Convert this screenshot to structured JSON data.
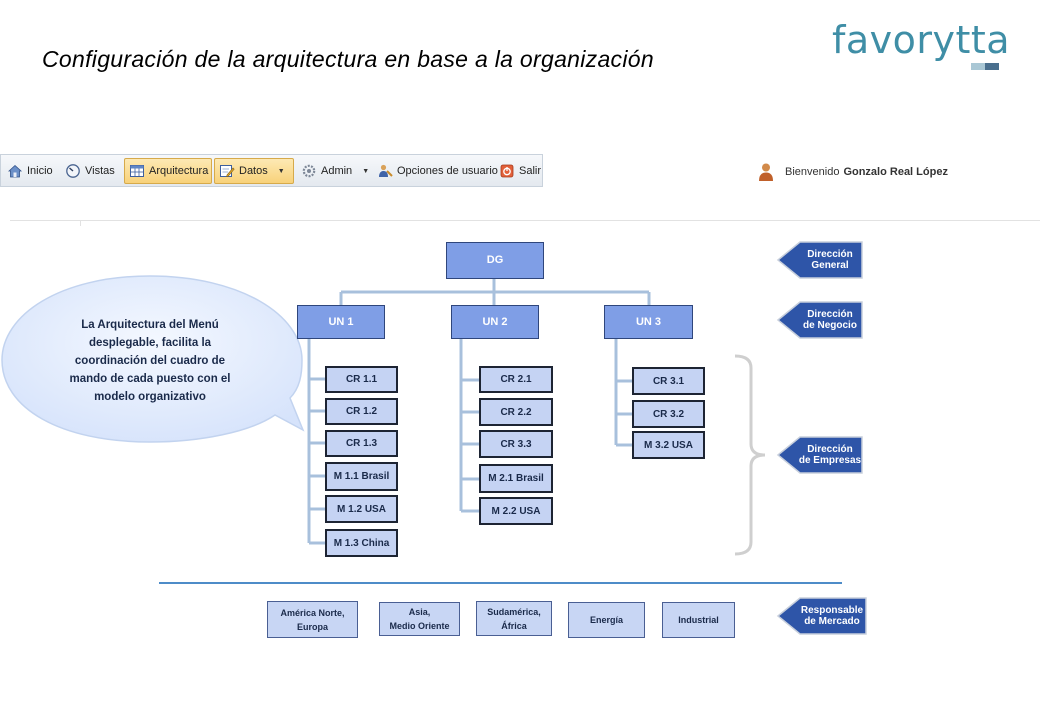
{
  "slide": {
    "title": "Configuración de la arquitectura en base a la organización",
    "logo": "favorytta"
  },
  "toolbar": {
    "items": [
      {
        "label": "Inicio",
        "icon": "home-icon"
      },
      {
        "label": "Vistas",
        "icon": "gauge-icon"
      },
      {
        "label": "Arquitectura",
        "icon": "table-icon",
        "selected": true
      },
      {
        "label": "Datos",
        "icon": "edit-icon",
        "selected": true,
        "dropdown": true
      },
      {
        "label": "Admin",
        "icon": "gear-icon",
        "dropdown": true
      },
      {
        "label": "Opciones de usuario",
        "icon": "user-options-icon"
      },
      {
        "label": "Salir",
        "icon": "exit-icon"
      }
    ],
    "welcome_prefix": "Bienvenido",
    "user_name": "Gonzalo Real López"
  },
  "org": {
    "root": "DG",
    "units": [
      "UN 1",
      "UN 2",
      "UN 3"
    ],
    "un1_children": [
      "CR 1.1",
      "CR 1.2",
      "CR 1.3",
      "M 1.1 Brasil",
      "M 1.2 USA",
      "M 1.3 China"
    ],
    "un2_children": [
      "CR 2.1",
      "CR 2.2",
      "CR 3.3",
      "M 2.1 Brasil",
      "M 2.2 USA"
    ],
    "un3_children": [
      "CR 3.1",
      "CR 3.2",
      "M 3.2 USA"
    ],
    "markets": [
      [
        "América  Norte,",
        "Europa"
      ],
      [
        "Asia,",
        "Medio Oriente"
      ],
      [
        "Sudamérica,",
        "África"
      ],
      [
        "Energía"
      ],
      [
        "Industrial"
      ]
    ]
  },
  "tags": [
    [
      "Dirección",
      "General"
    ],
    [
      "Dirección",
      "de Negocio"
    ],
    [
      "Dirección",
      "de Empresas"
    ],
    [
      "Responsable",
      "de Mercado"
    ]
  ],
  "callout": {
    "text": "La Arquitectura del Menú desplegable, facilita la coordinación del cuadro de mando de cada puesto con el modelo organizativo"
  },
  "colors": {
    "accent": "#3f8ea6",
    "box_dark": "#7f9ee6",
    "box_light": "#c5d3f3",
    "tag": "#2e55a8",
    "connector": "#a8c0dc"
  }
}
